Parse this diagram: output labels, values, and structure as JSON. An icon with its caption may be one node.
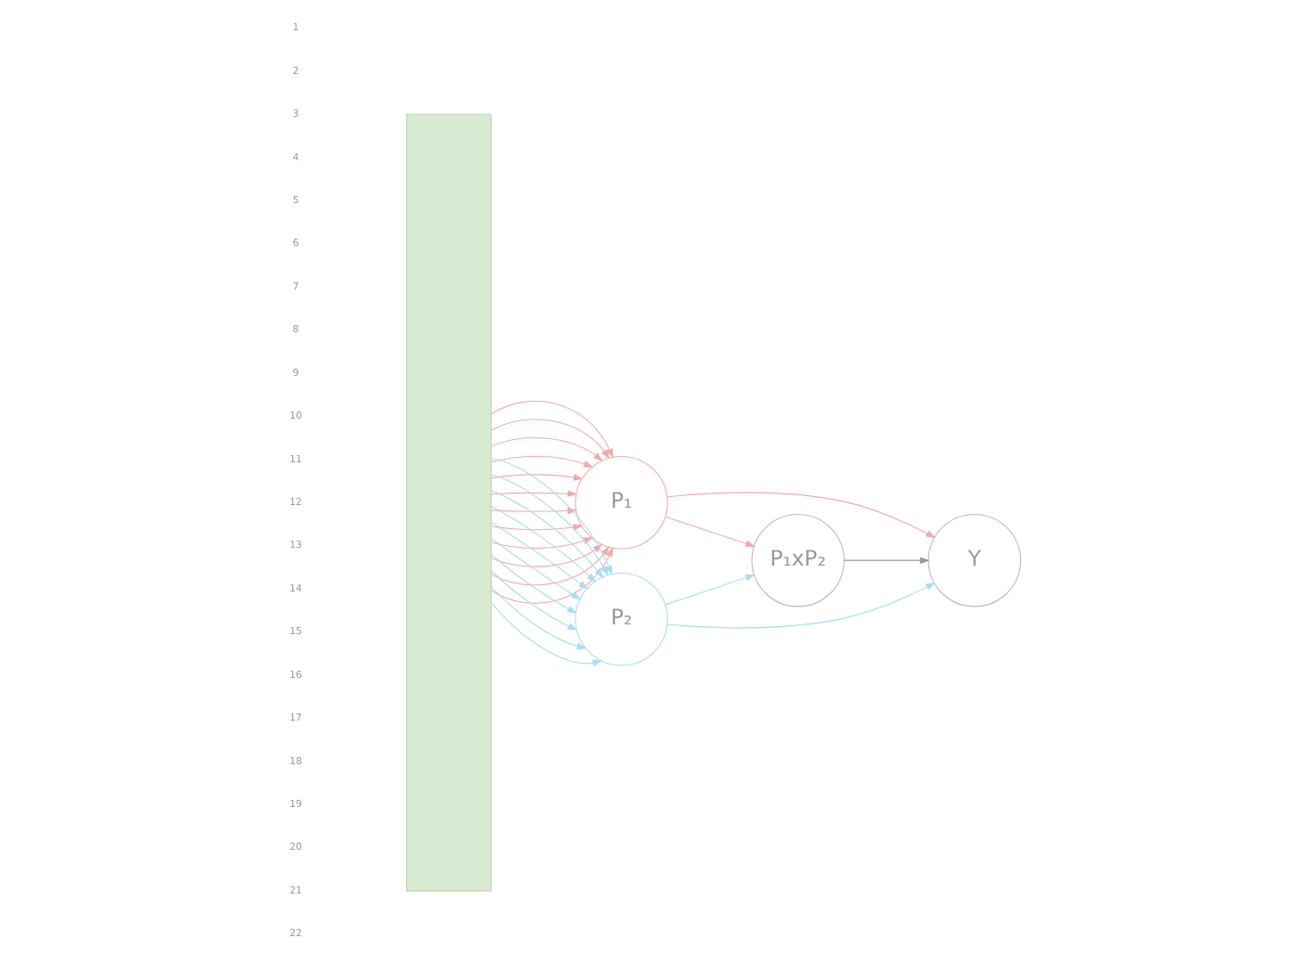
{
  "diagram": {
    "nodes": [
      {
        "text": [],
        "shape": "box"
      },
      {
        "text": [
          "P₁"
        ]
      },
      {
        "text": [
          "P₂"
        ]
      },
      {
        "text": [
          "P₁xP₂"
        ]
      },
      {
        "text": [
          "Y"
        ]
      }
    ],
    "edges": [
      {
        "from": 0,
        "to": 1,
        "arrow": "to",
        "color": "#f2aaaa"
      },
      {
        "from": 0,
        "to": 1,
        "arrow": "to",
        "color": "#f2aaaa"
      },
      {
        "from": 0,
        "to": 1,
        "arrow": "to",
        "color": "#f2aaaa"
      },
      {
        "from": 0,
        "to": 1,
        "arrow": "to",
        "color": "#f2aaaa"
      },
      {
        "from": 0,
        "to": 1,
        "arrow": "to",
        "color": "#f2aaaa"
      },
      {
        "from": 0,
        "to": 1,
        "arrow": "to",
        "color": "#f2aaaa"
      },
      {
        "from": 0,
        "to": 1,
        "arrow": "to",
        "color": "#f2aaaa"
      },
      {
        "from": 0,
        "to": 1,
        "arrow": "to",
        "color": "#f2aaaa"
      },
      {
        "from": 0,
        "to": 1,
        "arrow": "to",
        "color": "#f2aaaa"
      },
      {
        "from": 0,
        "to": 1,
        "arrow": "to",
        "color": "#f2aaaa"
      },
      {
        "from": 0,
        "to": 1,
        "arrow": "to",
        "color": "#f2aaaa"
      },
      {
        "from": 0,
        "to": 1,
        "arrow": "to",
        "color": "#f2aaaa"
      },
      {
        "from": 0,
        "to": 2,
        "arrow": "to",
        "color": "#a8dcf2"
      },
      {
        "from": 0,
        "to": 2,
        "arrow": "to",
        "color": "#a8dcf2"
      },
      {
        "from": 0,
        "to": 2,
        "arrow": "to",
        "color": "#a8dcf2"
      },
      {
        "from": 0,
        "to": 2,
        "arrow": "to",
        "color": "#a8dcf2"
      },
      {
        "from": 0,
        "to": 2,
        "arrow": "to",
        "color": "#a8dcf2"
      },
      {
        "from": 0,
        "to": 2,
        "arrow": "to",
        "color": "#a8dcf2"
      },
      {
        "from": 0,
        "to": 2,
        "arrow": "to",
        "color": "#a8dcf2"
      },
      {
        "from": 0,
        "to": 2,
        "arrow": "to",
        "color": "#a8dcf2"
      },
      {
        "from": 0,
        "to": 2,
        "arrow": "to",
        "color": "#a8dcf2"
      },
      {
        "from": 0,
        "to": 2,
        "arrow": "to",
        "color": "#a8dcf2"
      },
      {
        "from": 1,
        "to": 3,
        "arrow": "to",
        "color": "#f2aaaa"
      },
      {
        "from": 2,
        "to": 3,
        "arrow": "to",
        "color": "#a8dcf2"
      },
      {
        "from": 1,
        "to": 4,
        "arrow": "to",
        "color": "#f2aaaa"
      },
      {
        "from": 3,
        "to": 4,
        "arrow": "to",
        "color": "#999999"
      },
      {
        "from": 2,
        "to": 4,
        "arrow": "to",
        "color": "#a8dcf2"
      }
    ],
    "labels": [
      "1",
      "2",
      "3",
      "4",
      "5",
      "6",
      "7",
      "8",
      "9",
      "10",
      "11",
      "12",
      "13",
      "14",
      "15",
      "16",
      "17",
      "18",
      "19",
      "20",
      "21",
      "22"
    ]
  }
}
